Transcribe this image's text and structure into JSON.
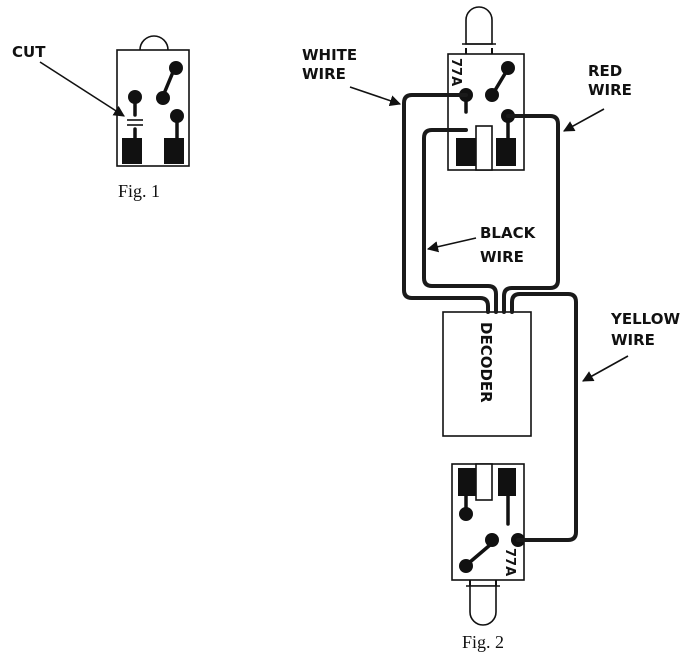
{
  "fig1": {
    "caption": "Fig. 1",
    "cut_label": "CUT"
  },
  "fig2": {
    "caption": "Fig. 2",
    "decoder_label": "DECODER",
    "board_part_top": "77A",
    "board_part_bottom": "77A",
    "labels": {
      "white_1": "WHITE",
      "white_2": "WIRE",
      "red_1": "RED",
      "red_2": "WIRE",
      "black_1": "BLACK",
      "black_2": "WIRE",
      "yellow_1": "YELLOW",
      "yellow_2": "WIRE"
    }
  }
}
